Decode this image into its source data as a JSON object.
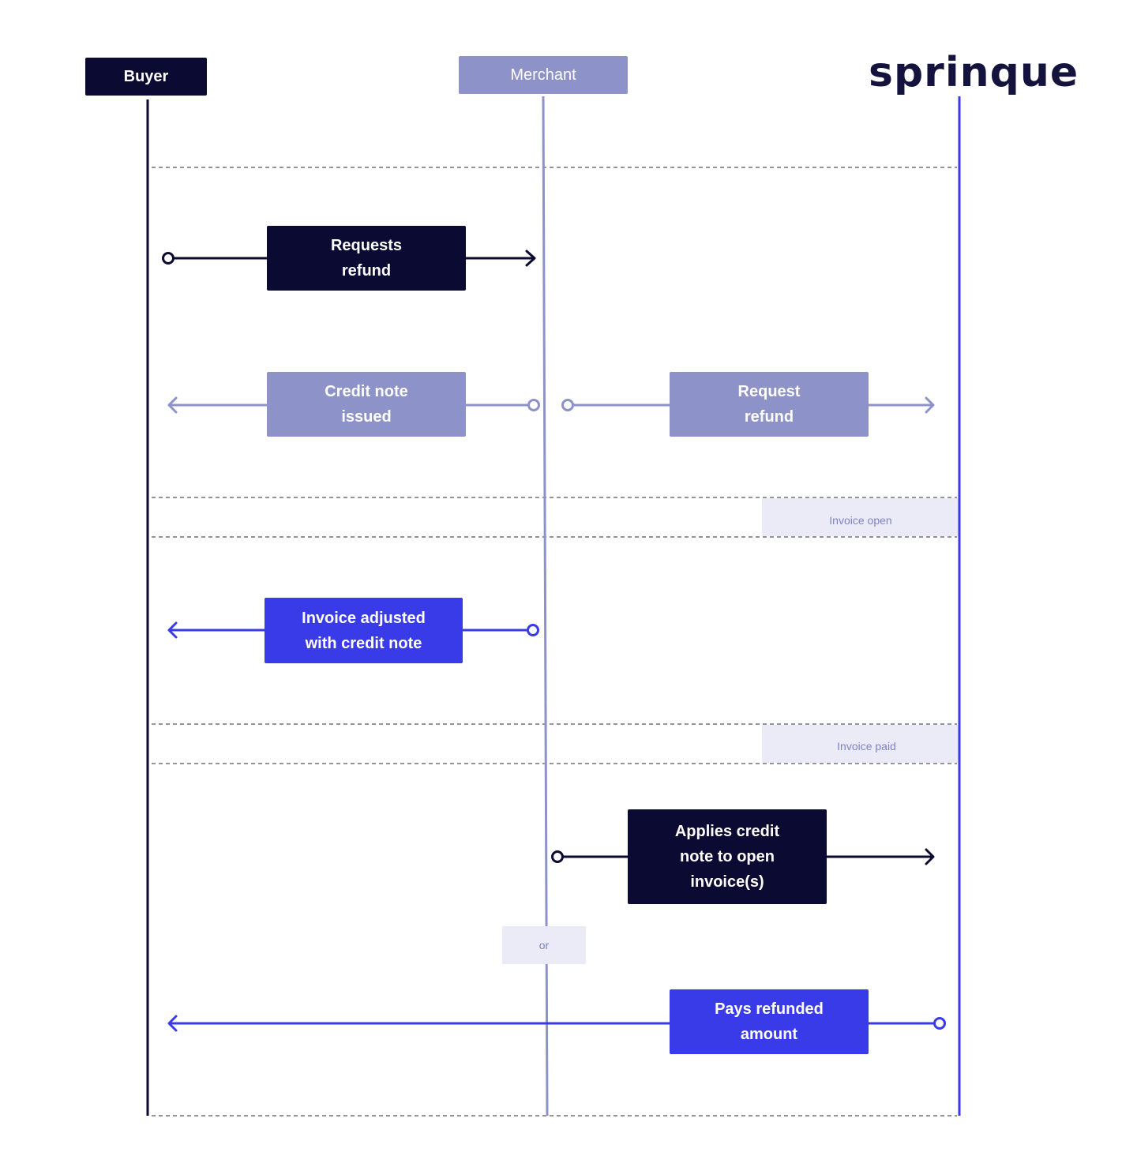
{
  "actors": {
    "buyer": "Buyer",
    "merchant": "Merchant",
    "logo": "sprinque"
  },
  "colors": {
    "dark": "#0b0a33",
    "muted": "#8d92c9",
    "blue": "#3a3be8",
    "tag_bg": "#ebebf7",
    "tag_text": "#7e83c2"
  },
  "steps": {
    "requests_refund": "Requests\nrefund",
    "credit_note_issued": "Credit note\nissued",
    "request_refund": "Request\nrefund",
    "invoice_adjusted": "Invoice adjusted\nwith credit note",
    "applies_credit_note": "Applies credit\nnote to open\ninvoice(s)",
    "pays_refunded_amount": "Pays refunded\namount"
  },
  "states": {
    "invoice_open": "Invoice open",
    "invoice_paid": "Invoice paid",
    "or": "or"
  }
}
